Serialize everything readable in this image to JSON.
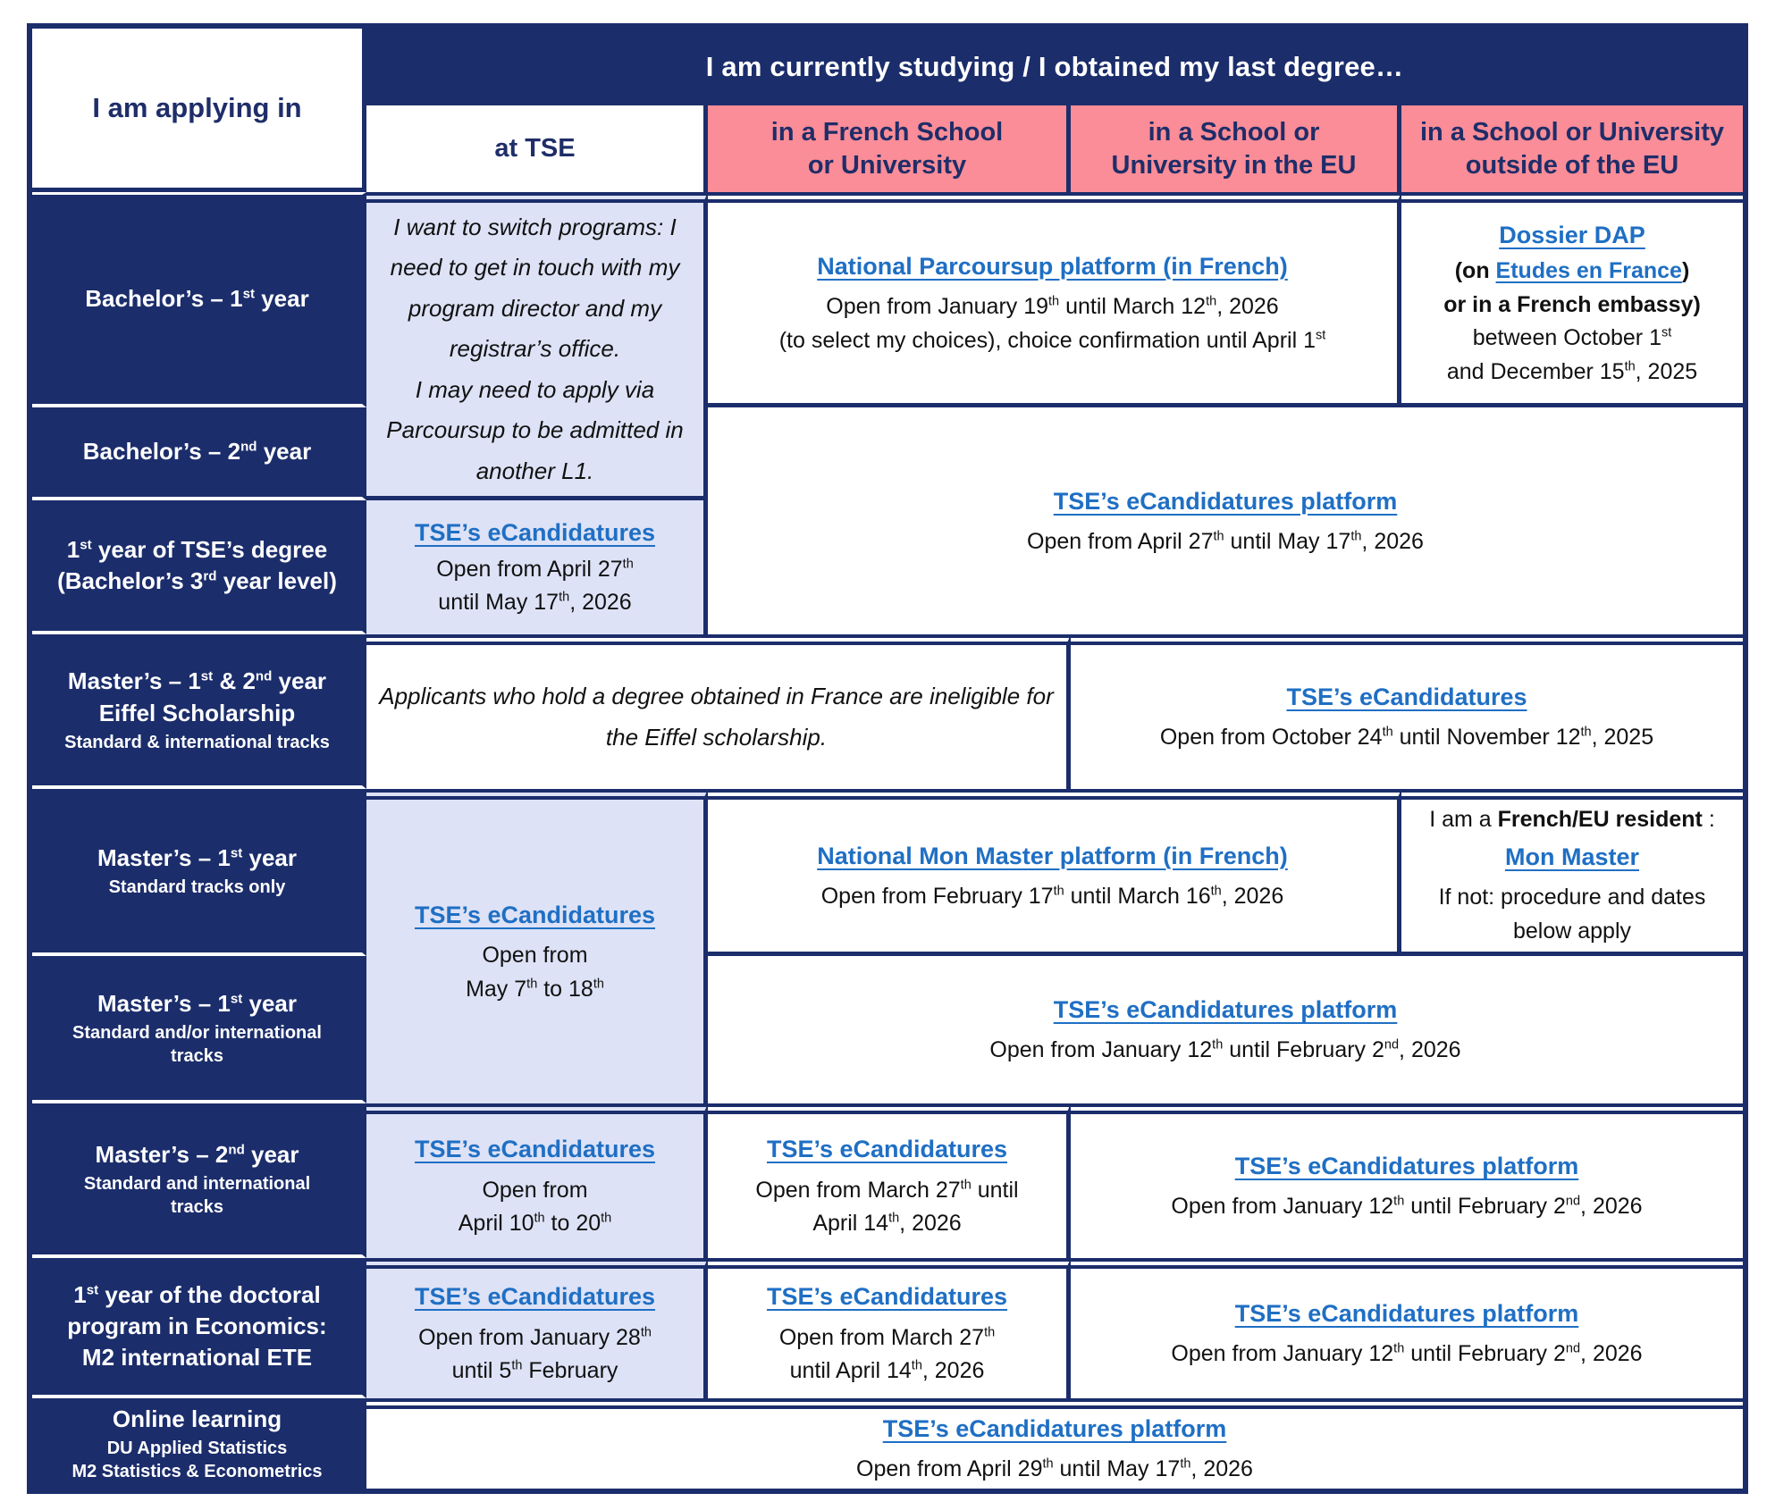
{
  "colors": {
    "navy": "#1b2d6b",
    "pink": "#fa8d97",
    "lavender": "#dde2f6",
    "link_blue": "#1f6fc4"
  },
  "header": {
    "row_col_header": "I am applying in",
    "title": "I am currently studying / I obtained my last degree…",
    "subcols": {
      "tse": "at TSE",
      "french": "in a French School<br>or University",
      "eu": "in a School or<br>University in the EU",
      "outside_eu": "in a School or University<br>outside of the EU"
    }
  },
  "rows": {
    "bachelor1": {
      "main": "Bachelor’s – 1<sup>st</sup> year"
    },
    "bachelor2": {
      "main": "Bachelor’s – 2<sup>nd</sup> year"
    },
    "tse_degree": {
      "main": "1<sup>st</sup> year of TSE’s degree<br>(Bachelor’s 3<sup>rd</sup> year level)"
    },
    "eiffel": {
      "main": "Master’s – 1<sup>st</sup> &amp; 2<sup>nd</sup> year<br>Eiffel Scholarship",
      "sub": "Standard & international tracks"
    },
    "master1_std": {
      "main": "Master’s – 1<sup>st</sup> year",
      "sub": "Standard tracks only"
    },
    "master1_intl": {
      "main": "Master’s – 1<sup>st</sup> year",
      "sub": "Standard and/or international tracks"
    },
    "master2": {
      "main": "Master’s – 2<sup>nd</sup> year",
      "sub": "Standard and international tracks"
    },
    "doctoral": {
      "main": "1<sup>st</sup> year of the doctoral<br>program in Economics:<br>M2 international ETE"
    },
    "online": {
      "main": "Online learning",
      "sub": "DU Applied Statistics<br>M2 Statistics &amp; Econometrics"
    }
  },
  "cells": {
    "switch_note": {
      "html": "I want to switch programs: I need to get in touch with my program director and my registrar’s office.<br>I may need to apply via Parcoursup to be admitted in another L1."
    },
    "parcoursup": {
      "link": "National Parcoursup platform (in French)",
      "l1": "Open from January 19<sup>th</sup> until March 12<sup>th</sup>, 2026",
      "l2": "(to select my choices), choice confirmation until April 1<sup>st</sup>"
    },
    "dap": {
      "link": "Dossier DAP",
      "l1": "<b>(on <span class=\"inline-link\" data-name=\"etudes-en-france-link\" data-interactable=\"true\">Etudes en France</span>)</b>",
      "l2": "<b>or in a French embassy)</b>",
      "l3": "between October 1<sup>st</sup>",
      "l4": "and December 15<sup>th</sup>, 2025"
    },
    "ecand_b2_deg": {
      "link": "TSE’s eCandidatures platform",
      "dates": "Open from April 27<sup>th</sup> until May 17<sup>th</sup>, 2026"
    },
    "ecand_tse_degree": {
      "link": "TSE’s eCandidatures",
      "l1": "Open from April 27<sup>th</sup>",
      "l2": "until May 17<sup>th</sup>, 2026"
    },
    "eiffel_note": {
      "html": "Applicants who hold a degree obtained in France are ineligible for the Eiffel scholarship."
    },
    "eiffel_ecand": {
      "link": "TSE’s eCandidatures",
      "dates": "Open from October 24<sup>th</sup> until November 12<sup>th</sup>, 2025"
    },
    "m1_ecand": {
      "link": "TSE’s eCandidatures",
      "l1": "Open from",
      "l2": "May 7<sup>th</sup> to 18<sup>th</sup>"
    },
    "mon_master": {
      "link": "National Mon Master platform (in French)",
      "dates": "Open from February 17<sup>th</sup> until March 16<sup>th</sup>, 2026"
    },
    "resident": {
      "l1": "I am a <b>French/EU resident</b> :",
      "link": "Mon Master",
      "l2": "If not: procedure and dates below apply"
    },
    "m1intl_ecand": {
      "link": "TSE’s eCandidatures platform",
      "dates": "Open from January 12<sup>th</sup> until February 2<sup>nd</sup>, 2026"
    },
    "m2_ecand_tse": {
      "link": "TSE’s eCandidatures",
      "l1": "Open from",
      "l2": "April 10<sup>th</sup> to 20<sup>th</sup>"
    },
    "m2_ecand_fr": {
      "link": "TSE’s eCandidatures",
      "l1": "Open from March 27<sup>th</sup> until",
      "l2": "April 14<sup>th</sup>, 2026"
    },
    "m2_ecand_platform": {
      "link": "TSE’s eCandidatures platform",
      "dates": "Open from January 12<sup>th</sup> until February 2<sup>nd</sup>, 2026"
    },
    "doct_ecand_tse": {
      "link": "TSE’s eCandidatures",
      "l1": "Open from January 28<sup>th</sup>",
      "l2": "until 5<sup>th</sup> February"
    },
    "doct_ecand_fr": {
      "link": "TSE’s eCandidatures",
      "l1": "Open from March 27<sup>th</sup>",
      "l2": "until April 14<sup>th</sup>, 2026"
    },
    "doct_ecand_platform": {
      "link": "TSE’s eCandidatures platform",
      "dates": "Open from January 12<sup>th</sup> until February 2<sup>nd</sup>, 2026"
    },
    "online_ecand": {
      "link": "TSE’s eCandidatures platform",
      "dates": "Open from April 29<sup>th</sup> until May 17<sup>th</sup>, 2026"
    }
  }
}
